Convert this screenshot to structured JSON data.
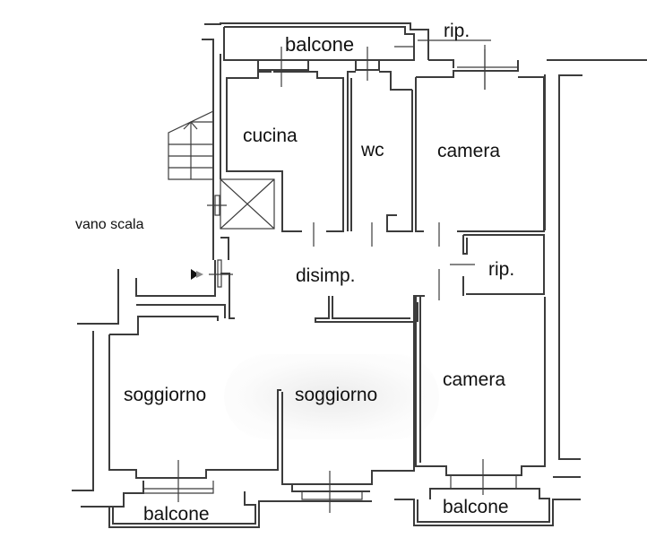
{
  "floor_plan": {
    "rooms": [
      {
        "id": "balcone-top",
        "label": "balcone"
      },
      {
        "id": "rip-top",
        "label": "rip."
      },
      {
        "id": "cucina",
        "label": "cucina"
      },
      {
        "id": "wc",
        "label": "wc"
      },
      {
        "id": "camera-top",
        "label": "camera"
      },
      {
        "id": "vano-scala",
        "label": "vano scala"
      },
      {
        "id": "disimp",
        "label": "disimp."
      },
      {
        "id": "rip-mid",
        "label": "rip."
      },
      {
        "id": "soggiorno-left",
        "label": "soggiorno"
      },
      {
        "id": "soggiorno-right",
        "label": "soggiorno"
      },
      {
        "id": "camera-bottom",
        "label": "camera"
      },
      {
        "id": "balcone-bottom-left",
        "label": "balcone"
      },
      {
        "id": "balcone-bottom-right",
        "label": "balcone"
      }
    ],
    "colors": {
      "wall": "#3c3c3c",
      "text": "#111111",
      "background": "#ffffff"
    }
  }
}
